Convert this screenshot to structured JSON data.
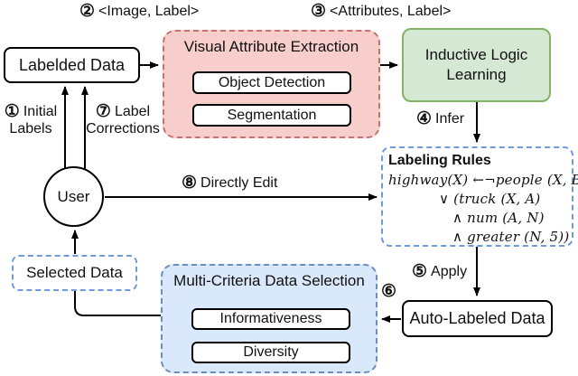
{
  "figure": {
    "description": "Interactive auto-labeling workflow diagram"
  },
  "colors": {
    "pink_fill": "#f8cecc",
    "pink_border": "#c4736f",
    "green_fill": "#d5e8d4",
    "green_border": "#82b366",
    "blue_fill": "#dae8fc",
    "blue_border": "#6c8ebf",
    "light_blue_border": "#6e9bdc"
  },
  "nodes": {
    "labeled_data": "Labelded Data",
    "vae_title": "Visual Attribute Extraction",
    "vae_items": [
      "Object Detection",
      "Segmentation"
    ],
    "ill": "Inductive Logic Learning",
    "rules_title": "Labeling Rules",
    "rules_lines": [
      "highway(X) ←¬people (X, B)",
      "∨ (truck (X, A)",
      "∧ num (A, N)",
      "∧ greater (N, 5))"
    ],
    "user": "User",
    "selected": "Selected Data",
    "mcds_title": "Multi-Criteria Data Selection",
    "mcds_items": [
      "Informativeness",
      "Diversity"
    ],
    "auto": "Auto-Labeled Data"
  },
  "steps": {
    "s1": {
      "num": "①",
      "line1": "Initial",
      "line2": "Labels"
    },
    "s2": {
      "num": "②",
      "line1": "<Image, Label>"
    },
    "s3": {
      "num": "③",
      "line1": "<Attributes, Label>"
    },
    "s4": {
      "num": "④",
      "line1": "Infer"
    },
    "s5": {
      "num": "⑤",
      "line1": "Apply"
    },
    "s6": {
      "num": "⑥"
    },
    "s7": {
      "num": "⑦",
      "line1": "Label",
      "line2": "Corrections"
    },
    "s8": {
      "num": "⑧",
      "line1": "Directly Edit"
    }
  }
}
